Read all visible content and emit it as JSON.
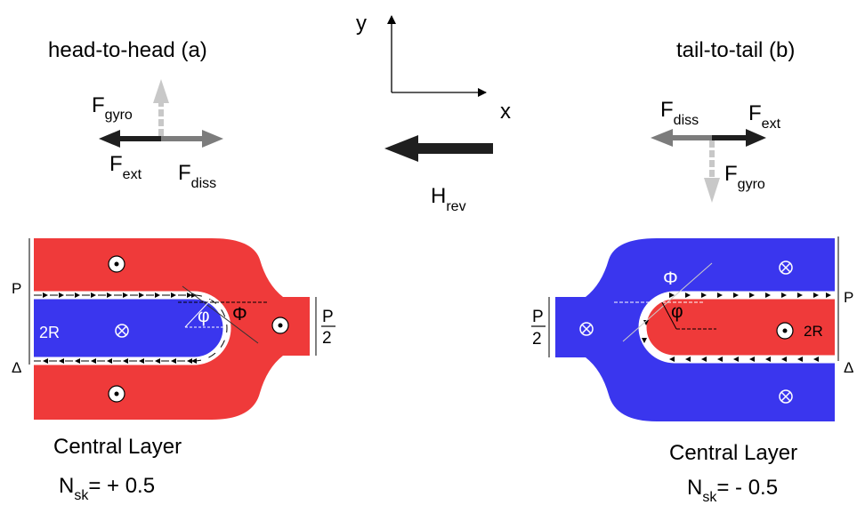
{
  "colors": {
    "red": "#ef3a3a",
    "blue": "#3a36ee",
    "dark_arrow": "#1f1f1f",
    "gray_arrow": "#7c7c7c",
    "light_arrow": "#c8c8c8"
  },
  "axes": {
    "y": "y",
    "x": "x"
  },
  "field": {
    "main": "H",
    "sub": "rev"
  },
  "panel_a": {
    "title": "head-to-head (a)",
    "f_gyro": {
      "main": "F",
      "sub": "gyro"
    },
    "f_ext": {
      "main": "F",
      "sub": "ext"
    },
    "f_diss": {
      "main": "F",
      "sub": "diss"
    },
    "layer": "Central Layer",
    "nsk": {
      "main": "N",
      "sub": "sk",
      "value": "= + 0.5"
    },
    "labels": {
      "P": "P",
      "R2": "2R",
      "delta": "Δ",
      "frac_num": "P",
      "frac_den": "2",
      "phi_big": "Φ",
      "phi_small": "φ"
    }
  },
  "panel_b": {
    "title": "tail-to-tail (b)",
    "f_gyro": {
      "main": "F",
      "sub": "gyro"
    },
    "f_ext": {
      "main": "F",
      "sub": "ext"
    },
    "f_diss": {
      "main": "F",
      "sub": "diss"
    },
    "layer": "Central Layer",
    "nsk": {
      "main": "N",
      "sub": "sk",
      "value": "= - 0.5"
    },
    "labels": {
      "P": "P",
      "R2": "2R",
      "delta": "Δ",
      "frac_num": "P",
      "frac_den": "2",
      "phi_big": "Φ",
      "phi_small": "φ"
    }
  }
}
